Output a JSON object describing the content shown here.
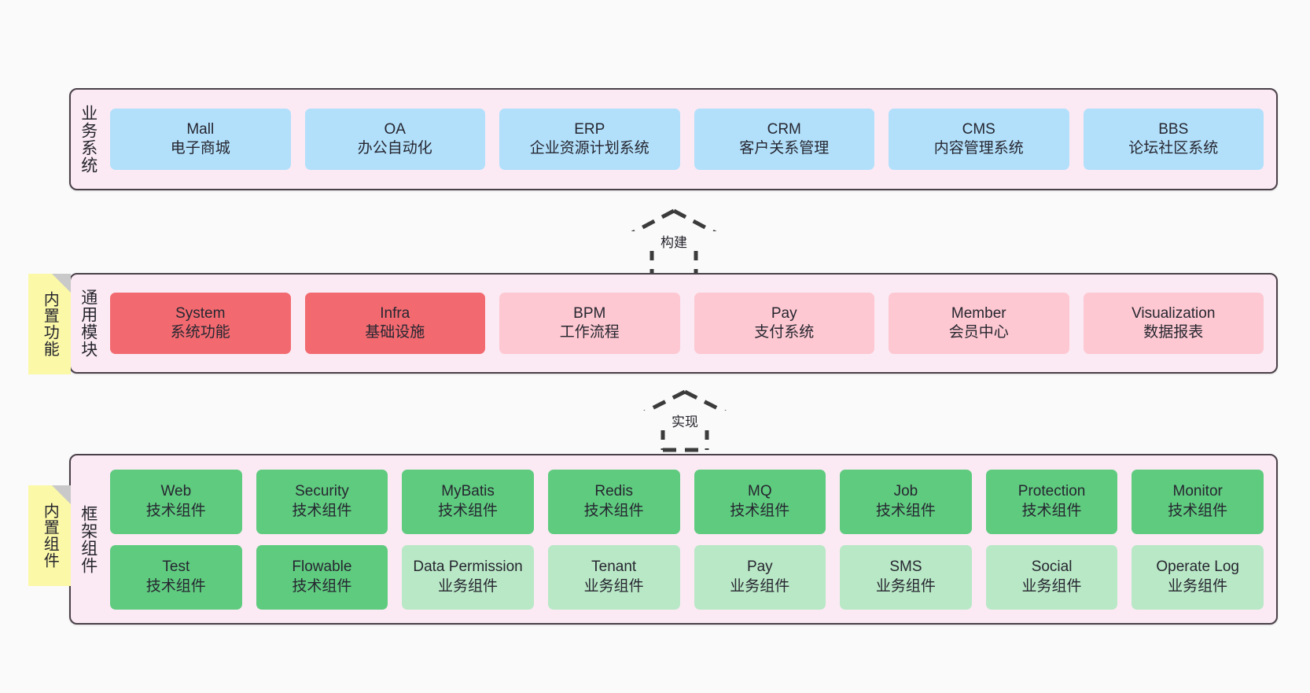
{
  "diagram": {
    "background": "#fafafa",
    "band_fill": "#fbeaf4",
    "band_border": "#4a4048",
    "note_fill": "#fbf8a8"
  },
  "notes": [
    {
      "name": "builtin-function",
      "label": "内置功能"
    },
    {
      "name": "builtin-component",
      "label": "内置组件"
    }
  ],
  "arrows": [
    {
      "name": "build",
      "label": "构建"
    },
    {
      "name": "implement",
      "label": "实现"
    }
  ],
  "bands": {
    "business": {
      "label": "业务系统",
      "accent": "#b2e0fb",
      "items": [
        {
          "en": "Mall",
          "zh": "电子商城",
          "color": "#b2e0fb"
        },
        {
          "en": "OA",
          "zh": "办公自动化",
          "color": "#b2e0fb"
        },
        {
          "en": "ERP",
          "zh": "企业资源计划系统",
          "color": "#b2e0fb"
        },
        {
          "en": "CRM",
          "zh": "客户关系管理",
          "color": "#b2e0fb"
        },
        {
          "en": "CMS",
          "zh": "内容管理系统",
          "color": "#b2e0fb"
        },
        {
          "en": "BBS",
          "zh": "论坛社区系统",
          "color": "#b2e0fb"
        }
      ]
    },
    "common": {
      "label": "通用模块",
      "accent": "#f26a70",
      "items": [
        {
          "en": "System",
          "zh": "系统功能",
          "color": "#f26a70"
        },
        {
          "en": "Infra",
          "zh": "基础设施",
          "color": "#f26a70"
        },
        {
          "en": "BPM",
          "zh": "工作流程",
          "color": "#fdc8d1"
        },
        {
          "en": "Pay",
          "zh": "支付系统",
          "color": "#fdc8d1"
        },
        {
          "en": "Member",
          "zh": "会员中心",
          "color": "#fdc8d1"
        },
        {
          "en": "Visualization",
          "zh": "数据报表",
          "color": "#fdc8d1"
        }
      ]
    },
    "framework": {
      "label": "框架组件",
      "accent": "#5fcb7f",
      "row1": [
        {
          "en": "Web",
          "zh": "技术组件",
          "color": "#5fcb7f"
        },
        {
          "en": "Security",
          "zh": "技术组件",
          "color": "#5fcb7f"
        },
        {
          "en": "MyBatis",
          "zh": "技术组件",
          "color": "#5fcb7f"
        },
        {
          "en": "Redis",
          "zh": "技术组件",
          "color": "#5fcb7f"
        },
        {
          "en": "MQ",
          "zh": "技术组件",
          "color": "#5fcb7f"
        },
        {
          "en": "Job",
          "zh": "技术组件",
          "color": "#5fcb7f"
        },
        {
          "en": "Protection",
          "zh": "技术组件",
          "color": "#5fcb7f"
        },
        {
          "en": "Monitor",
          "zh": "技术组件",
          "color": "#5fcb7f"
        }
      ],
      "row2": [
        {
          "en": "Test",
          "zh": "技术组件",
          "color": "#5fcb7f"
        },
        {
          "en": "Flowable",
          "zh": "技术组件",
          "color": "#5fcb7f"
        },
        {
          "en": "Data Permission",
          "zh": "业务组件",
          "color": "#b9e8c6"
        },
        {
          "en": "Tenant",
          "zh": "业务组件",
          "color": "#b9e8c6"
        },
        {
          "en": "Pay",
          "zh": "业务组件",
          "color": "#b9e8c6"
        },
        {
          "en": "SMS",
          "zh": "业务组件",
          "color": "#b9e8c6"
        },
        {
          "en": "Social",
          "zh": "业务组件",
          "color": "#b9e8c6"
        },
        {
          "en": "Operate Log",
          "zh": "业务组件",
          "color": "#b9e8c6"
        }
      ]
    }
  }
}
